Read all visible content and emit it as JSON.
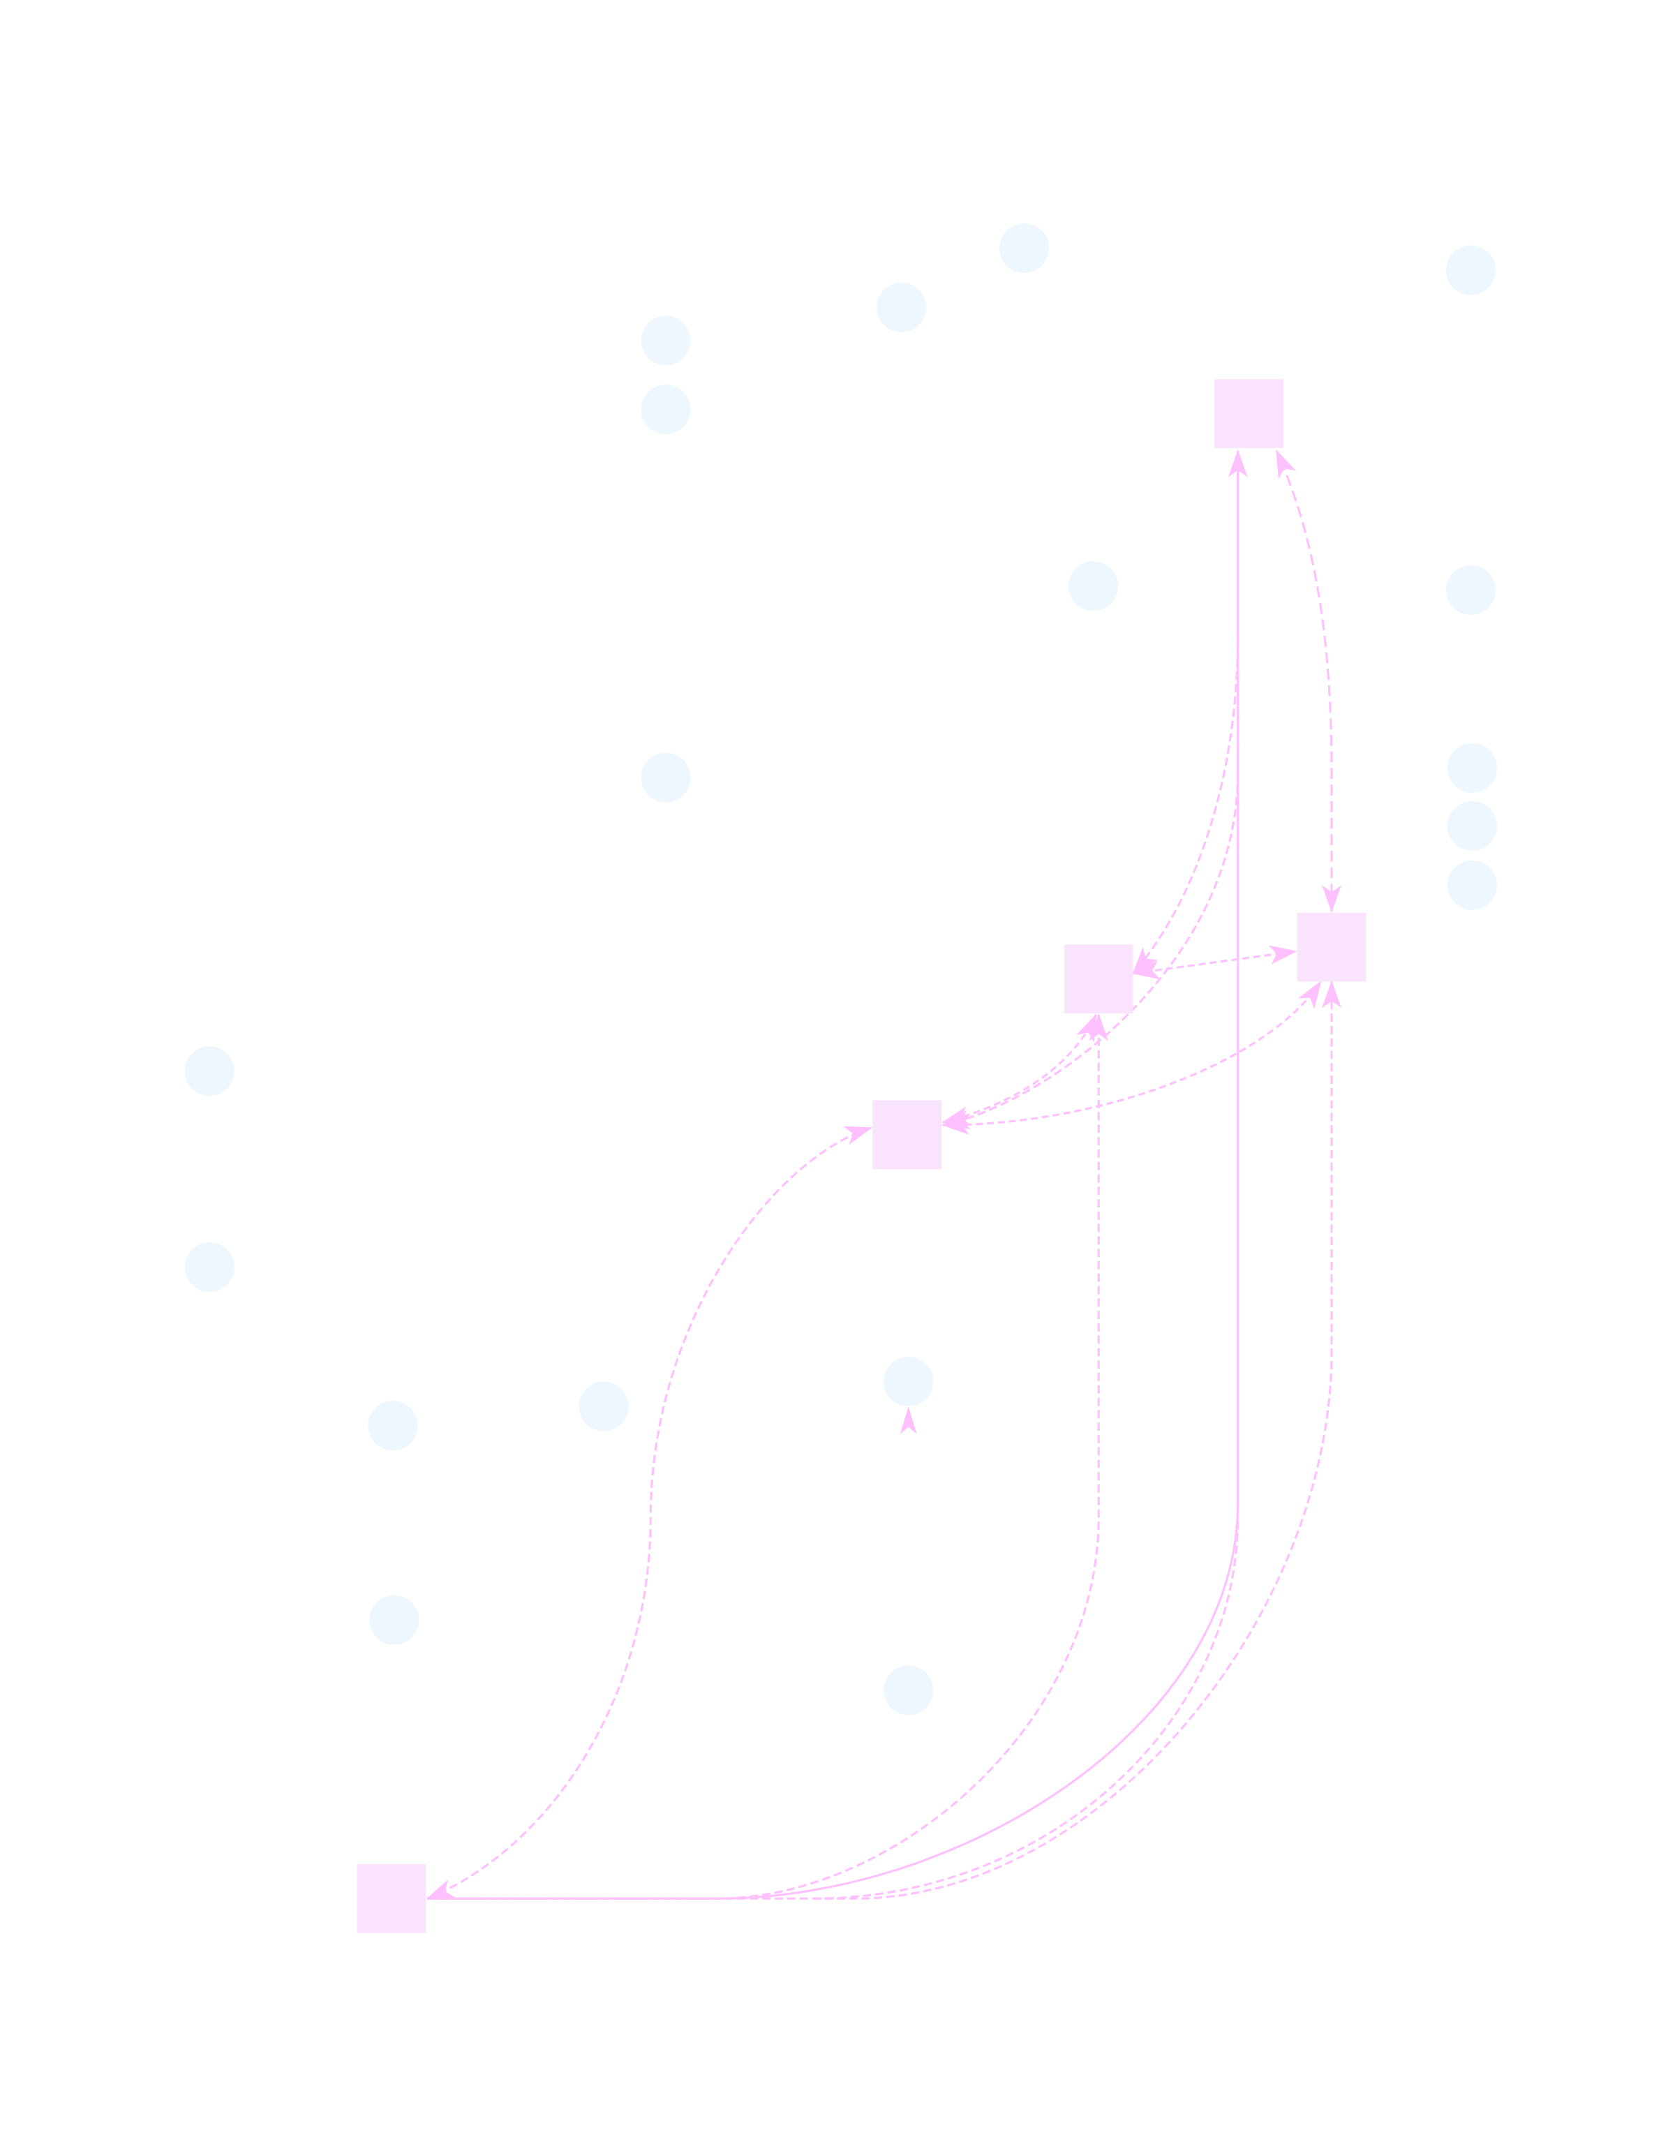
{
  "colors": {
    "background": "#ffffff",
    "square_fill": "#fae3fc",
    "circle_fill": "#eef6fe",
    "edge": "#ffc0ff"
  },
  "graph": {
    "square_node_count": 5,
    "circle_node_count": 18,
    "edge_count": 11
  }
}
